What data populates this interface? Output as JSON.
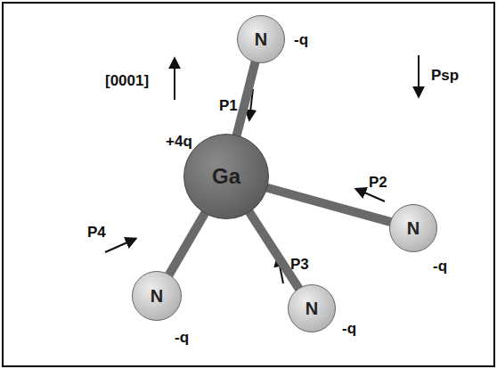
{
  "diagram": {
    "nodes": [
      {
        "text": [
          "N"
        ]
      },
      {
        "text": [
          "Ga"
        ]
      },
      {
        "text": [
          "N"
        ]
      },
      {
        "text": [
          "N"
        ]
      },
      {
        "text": [
          "N"
        ]
      }
    ],
    "edges": [
      {
        "from": 1,
        "to": 0,
        "arrow": "none"
      },
      {
        "from": 1,
        "to": 2,
        "arrow": "none"
      },
      {
        "from": 1,
        "to": 3,
        "arrow": "none"
      },
      {
        "from": 1,
        "to": 4,
        "arrow": "none"
      }
    ],
    "labels": [
      "[0001]",
      "Psp",
      "-q",
      "P1",
      "+4q",
      "P2",
      "-q",
      "P4",
      "P3",
      "-q",
      "-q"
    ]
  }
}
